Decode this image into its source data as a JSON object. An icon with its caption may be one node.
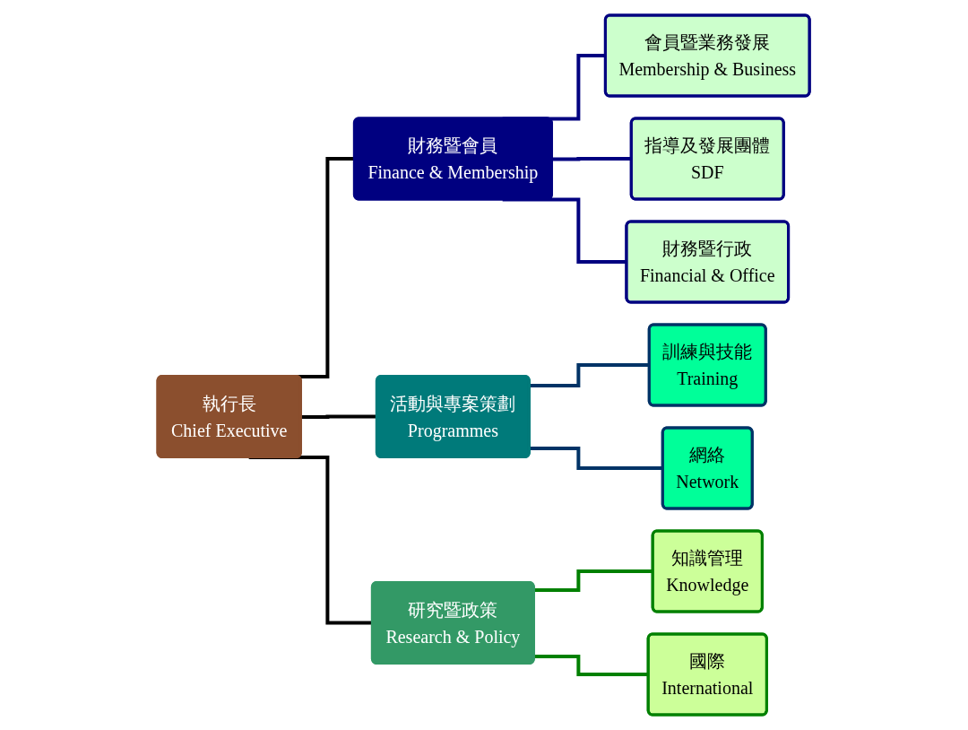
{
  "diagram": {
    "nodes": [
      {
        "text": [
          "執行長",
          "Chief Executive"
        ]
      },
      {
        "text": [
          "財務暨會員",
          "Finance & Membership"
        ]
      },
      {
        "text": [
          "會員暨業務發展",
          "Membership & Business"
        ]
      },
      {
        "text": [
          "指導及發展團體",
          "SDF"
        ]
      },
      {
        "text": [
          "財務暨行政",
          "Financial & Office"
        ]
      },
      {
        "text": [
          "活動與專案策劃",
          "Programmes"
        ]
      },
      {
        "text": [
          "訓練與技能",
          "Training"
        ]
      },
      {
        "text": [
          "網絡",
          "Network"
        ]
      },
      {
        "text": [
          "研究暨政策",
          "Research & Policy"
        ]
      },
      {
        "text": [
          "知識管理",
          "Knowledge"
        ]
      },
      {
        "text": [
          "國際",
          "International"
        ]
      }
    ],
    "edges": [
      {
        "from": 0,
        "to": 1,
        "arrow": "none",
        "color": "#000000"
      },
      {
        "from": 0,
        "to": 5,
        "arrow": "none",
        "color": "#000000"
      },
      {
        "from": 0,
        "to": 8,
        "arrow": "none",
        "color": "#000000"
      },
      {
        "from": 1,
        "to": 2,
        "arrow": "none",
        "color": "#000080"
      },
      {
        "from": 1,
        "to": 3,
        "arrow": "none",
        "color": "#000080"
      },
      {
        "from": 1,
        "to": 4,
        "arrow": "none",
        "color": "#000080"
      },
      {
        "from": 5,
        "to": 6,
        "arrow": "none",
        "color": "#003366"
      },
      {
        "from": 5,
        "to": 7,
        "arrow": "none",
        "color": "#003366"
      },
      {
        "from": 8,
        "to": 9,
        "arrow": "none",
        "color": "#008000"
      },
      {
        "from": 8,
        "to": 10,
        "arrow": "none",
        "color": "#008000"
      }
    ]
  }
}
